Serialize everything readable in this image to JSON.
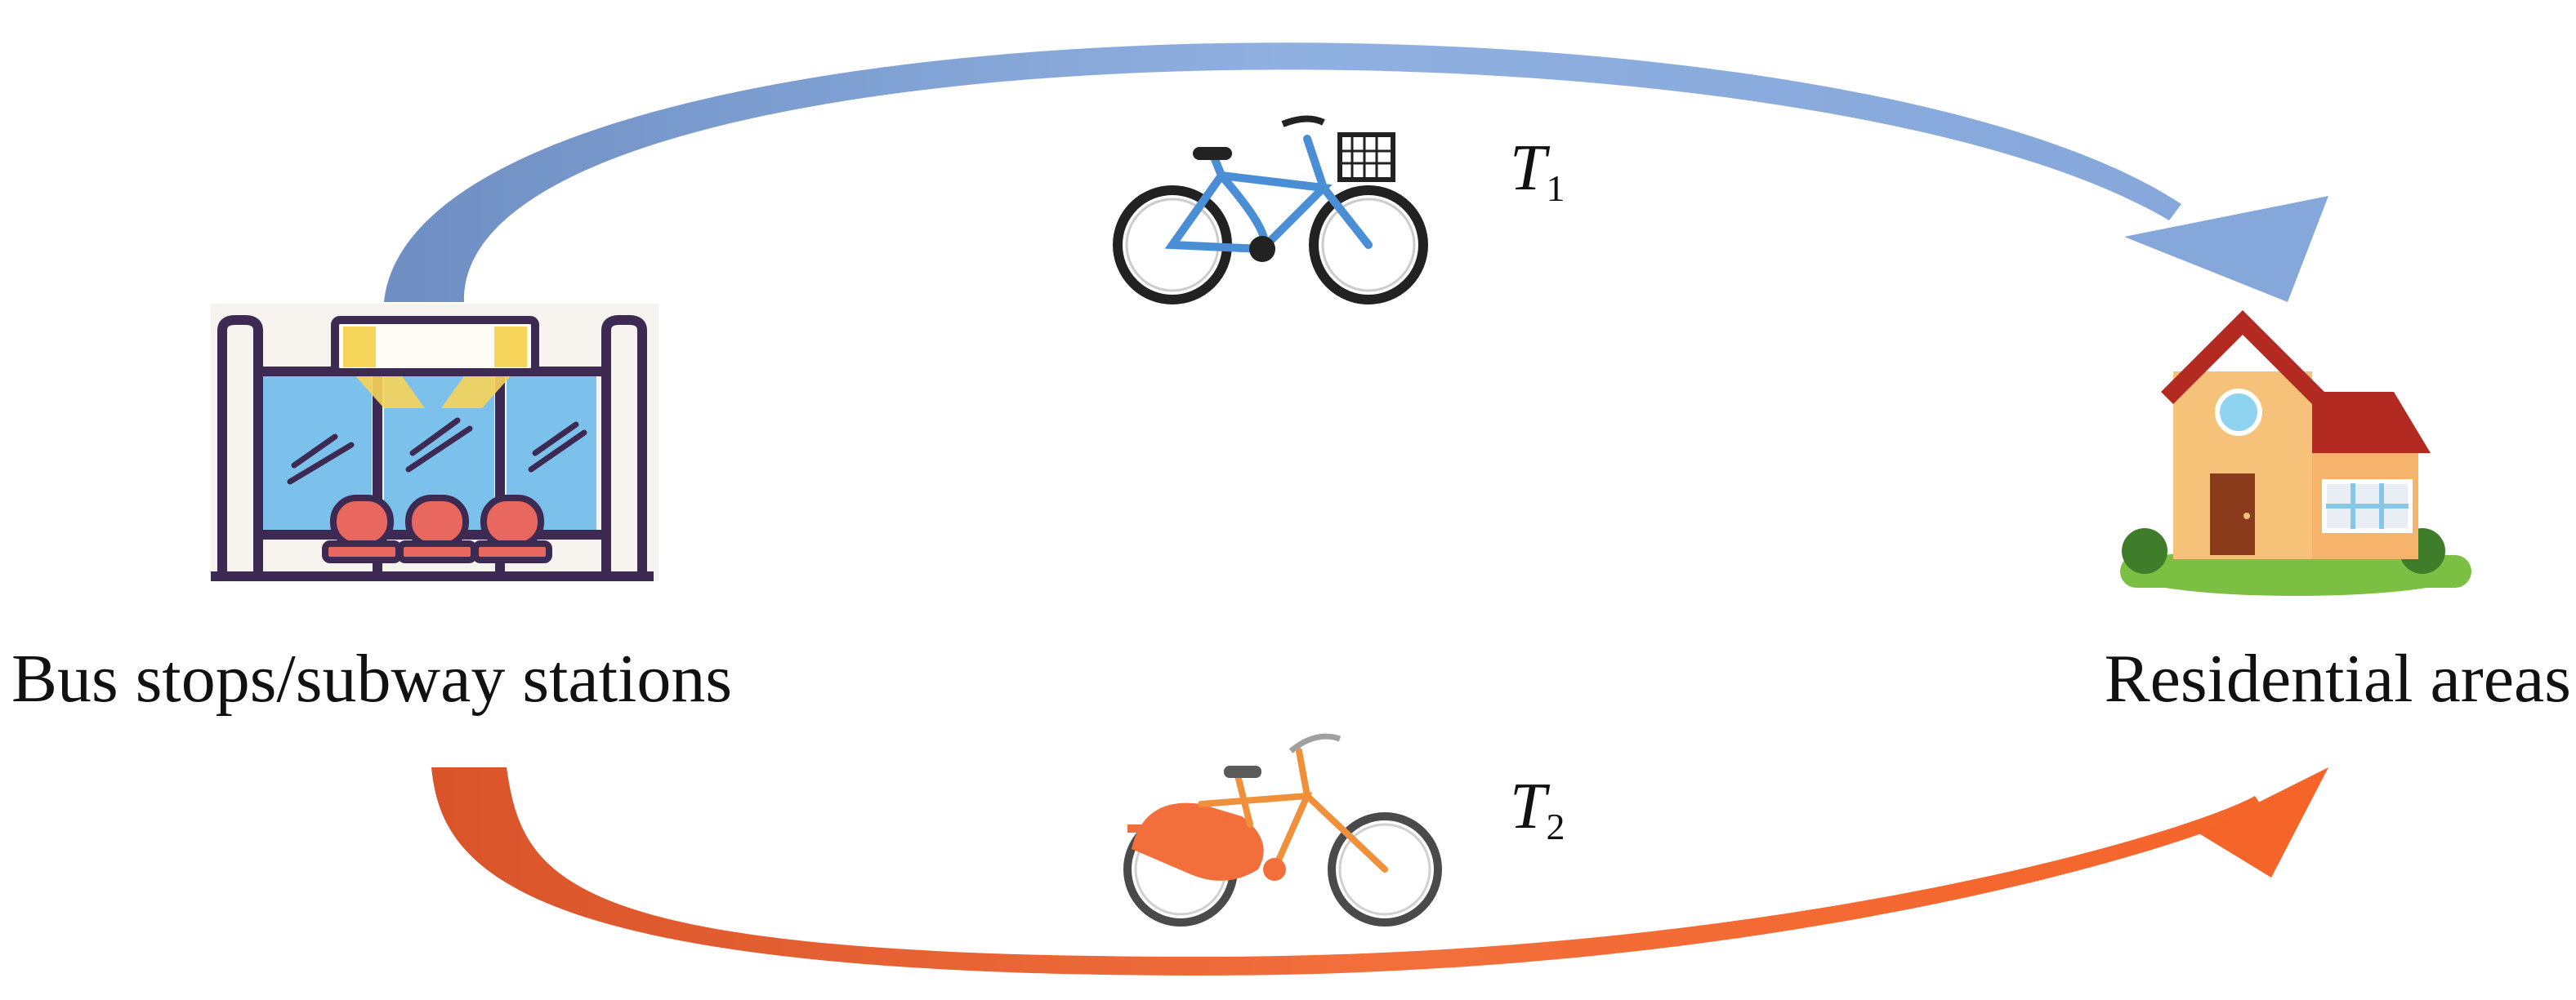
{
  "origin": {
    "label": "Bus stops/subway stations"
  },
  "destination": {
    "label": "Residential areas"
  },
  "trips": [
    {
      "symbol": "T",
      "subscript": "1",
      "bike_icon": "blue-bicycle-icon",
      "color": "#7fa3d6"
    },
    {
      "symbol": "T",
      "subscript": "2",
      "bike_icon": "orange-bicycle-icon",
      "color": "#f2622e"
    }
  ],
  "icons": {
    "origin": "bus-stop-shelter-icon",
    "destination": "house-icon"
  }
}
